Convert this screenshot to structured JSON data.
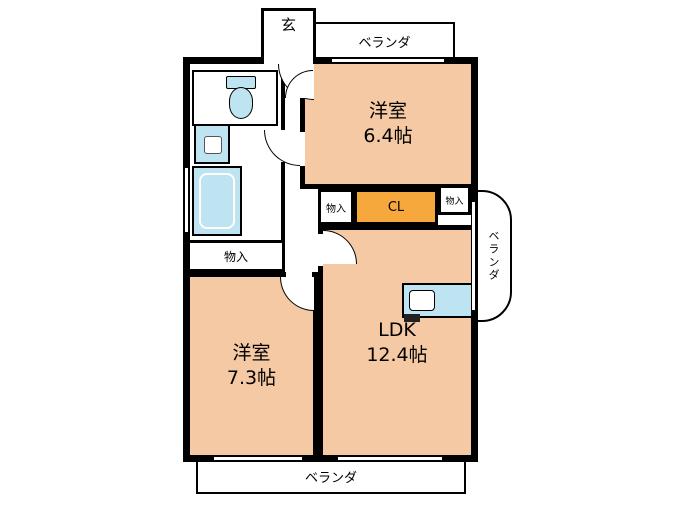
{
  "floorplan": {
    "entrance": {
      "label": "玄"
    },
    "verandas": {
      "top": "ベランダ",
      "right": "ベランダ",
      "bottom": "ベランダ"
    },
    "rooms": {
      "bedroom1": {
        "name": "洋室",
        "size": "6.4帖"
      },
      "bedroom2": {
        "name": "洋室",
        "size": "7.3帖"
      },
      "ldk": {
        "name": "LDK",
        "size": "12.4帖"
      }
    },
    "storage": {
      "closet": "CL",
      "left": "物入",
      "middle": "物入",
      "right": "物入"
    },
    "colors": {
      "room_fill": "#f5c9a3",
      "closet_fill": "#f6a83c",
      "fixture_fill": "#bee3f1",
      "wall": "#000000"
    }
  }
}
